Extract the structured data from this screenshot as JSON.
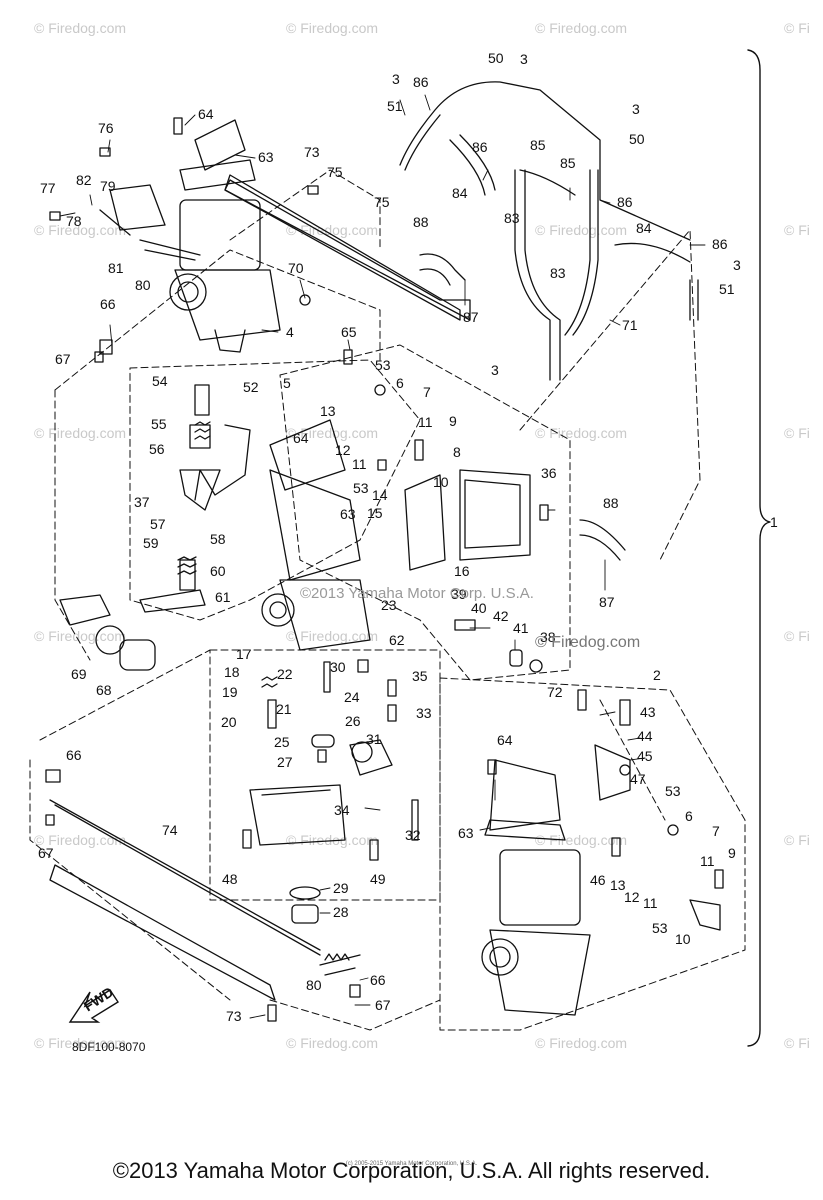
{
  "watermark": {
    "text": "© Firedog.com",
    "short_text": "© Fi"
  },
  "overlay_watermark": "© Firedog.com",
  "overlay_copyright": "©2013 Yamaha Motor Corp. U.S.A.",
  "diagram_code": "8DF100-8070",
  "fwd_label": "FWD",
  "fine_print": "(c) 2005-2015 Yamaha Motor Corporation, U.S.A.",
  "copyright": "©2013 Yamaha Motor Corporation, U.S.A. All rights reserved.",
  "labels": [
    "1",
    "2",
    "3",
    "4",
    "5",
    "6",
    "7",
    "8",
    "9",
    "10",
    "11",
    "12",
    "13",
    "14",
    "15",
    "16",
    "17",
    "18",
    "19",
    "20",
    "21",
    "22",
    "23",
    "24",
    "25",
    "26",
    "27",
    "28",
    "29",
    "30",
    "31",
    "32",
    "33",
    "34",
    "35",
    "36",
    "37",
    "38",
    "39",
    "40",
    "41",
    "42",
    "43",
    "44",
    "45",
    "46",
    "47",
    "48",
    "49",
    "50",
    "51",
    "52",
    "53",
    "54",
    "55",
    "56",
    "57",
    "58",
    "59",
    "60",
    "61",
    "62",
    "63",
    "64",
    "65",
    "66",
    "67",
    "68",
    "69",
    "70",
    "71",
    "72",
    "73",
    "74",
    "75",
    "76",
    "77",
    "78",
    "79",
    "80",
    "81",
    "82",
    "83",
    "84",
    "85",
    "86",
    "87",
    "88"
  ],
  "colors": {
    "line": "#111111",
    "watermark": "#c9c9c9",
    "background": "#ffffff"
  }
}
